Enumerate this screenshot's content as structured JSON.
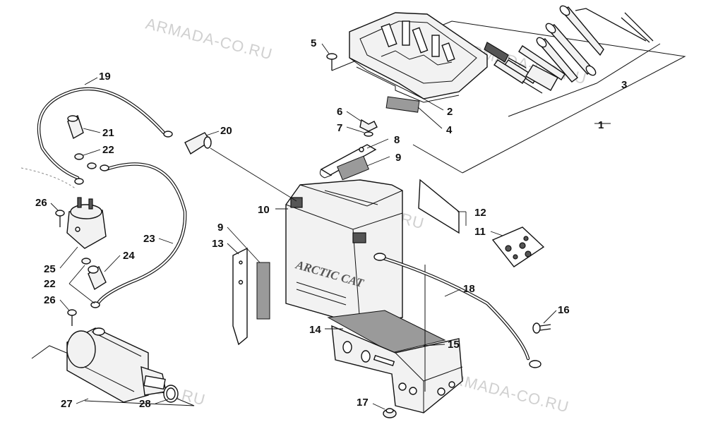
{
  "watermark": "ARMADA-CO.RU",
  "battery_brand": "ARCTIC CAT",
  "callouts": [
    {
      "id": "c1",
      "label": "1"
    },
    {
      "id": "c2",
      "label": "2"
    },
    {
      "id": "c3",
      "label": "3"
    },
    {
      "id": "c4",
      "label": "4"
    },
    {
      "id": "c5",
      "label": "5"
    },
    {
      "id": "c6",
      "label": "6"
    },
    {
      "id": "c7",
      "label": "7"
    },
    {
      "id": "c8",
      "label": "8"
    },
    {
      "id": "c9a",
      "label": "9"
    },
    {
      "id": "c9b",
      "label": "9"
    },
    {
      "id": "c10",
      "label": "10"
    },
    {
      "id": "c11",
      "label": "11"
    },
    {
      "id": "c12",
      "label": "12"
    },
    {
      "id": "c13",
      "label": "13"
    },
    {
      "id": "c14",
      "label": "14"
    },
    {
      "id": "c15",
      "label": "15"
    },
    {
      "id": "c16",
      "label": "16"
    },
    {
      "id": "c17",
      "label": "17"
    },
    {
      "id": "c18",
      "label": "18"
    },
    {
      "id": "c19",
      "label": "19"
    },
    {
      "id": "c20",
      "label": "20"
    },
    {
      "id": "c21",
      "label": "21"
    },
    {
      "id": "c22a",
      "label": "22"
    },
    {
      "id": "c22b",
      "label": "22"
    },
    {
      "id": "c23",
      "label": "23"
    },
    {
      "id": "c24",
      "label": "24"
    },
    {
      "id": "c25",
      "label": "25"
    },
    {
      "id": "c26a",
      "label": "26"
    },
    {
      "id": "c26b",
      "label": "26"
    },
    {
      "id": "c27",
      "label": "27"
    },
    {
      "id": "c28",
      "label": "28"
    }
  ]
}
